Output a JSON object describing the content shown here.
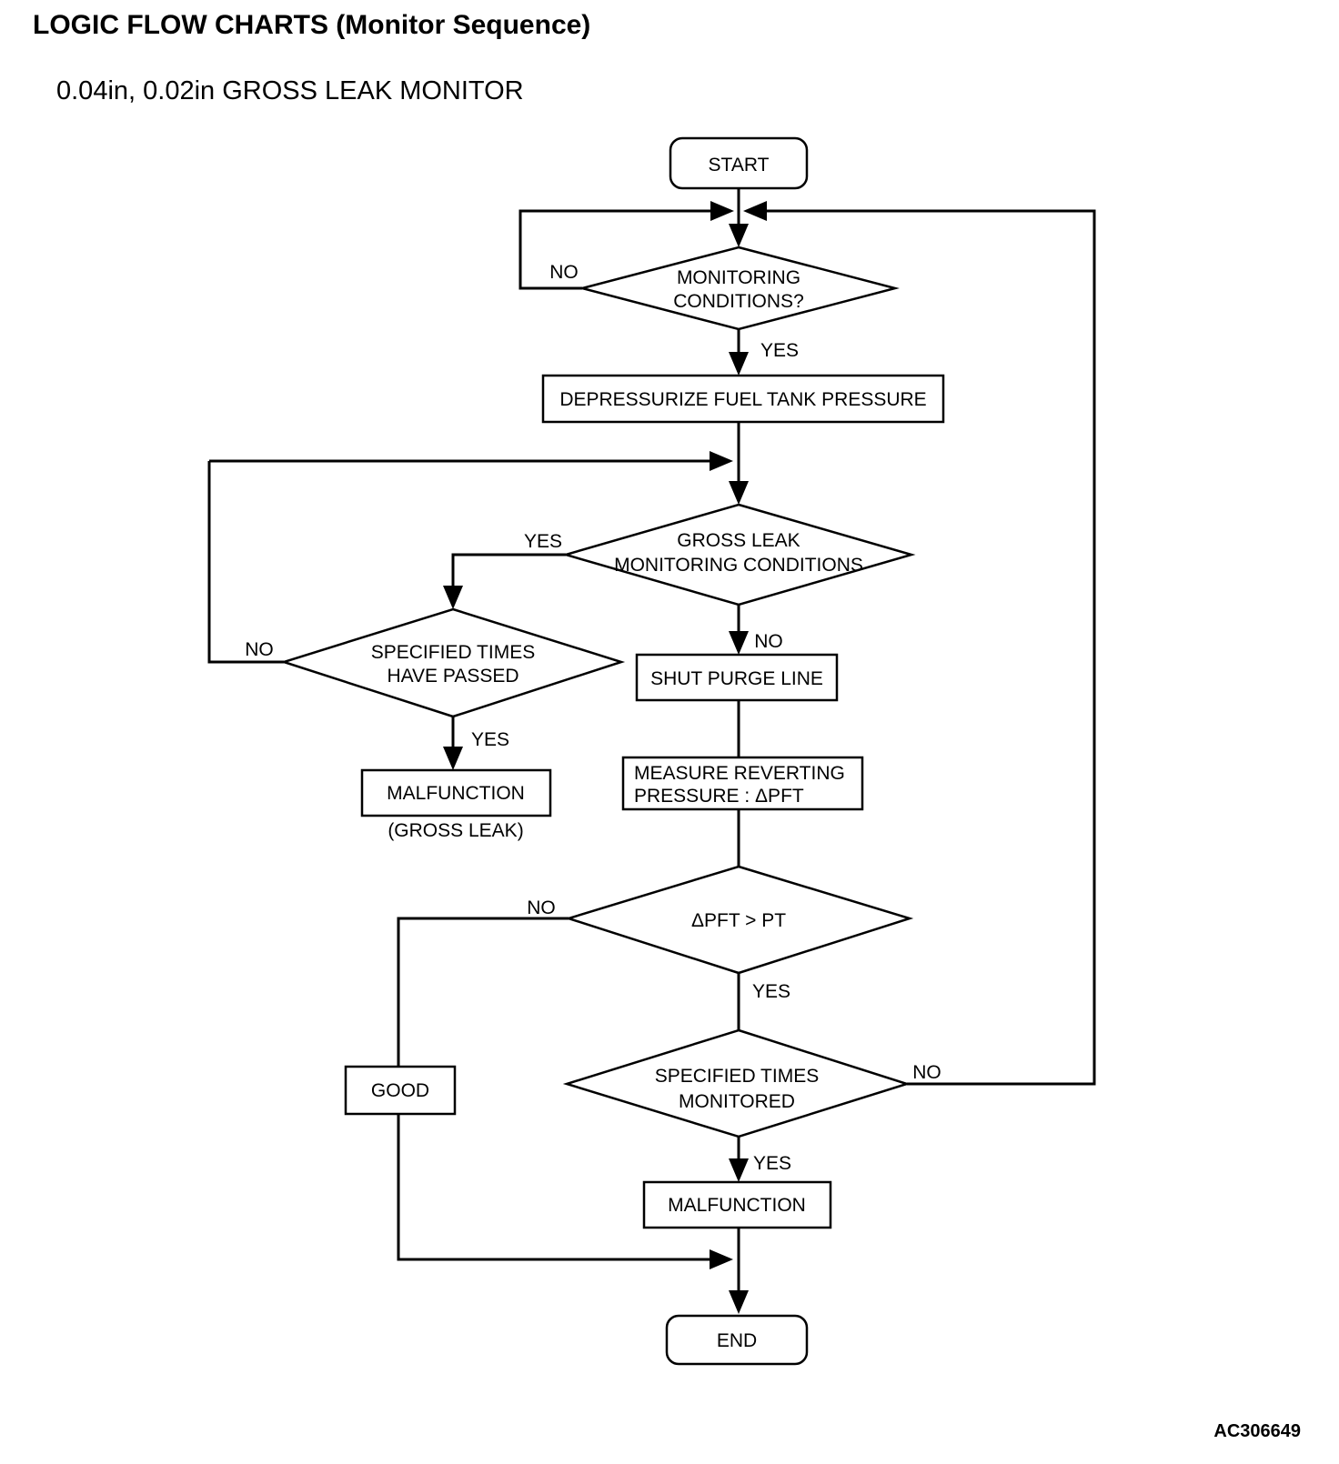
{
  "page": {
    "title": "LOGIC FLOW CHARTS (Monitor Sequence)",
    "subtitle": "0.04in, 0.02in GROSS LEAK MONITOR",
    "figure_code": "AC306649",
    "colors": {
      "ink": "#000000",
      "background": "#ffffff"
    }
  },
  "flowchart": {
    "nodes": {
      "start": {
        "type": "terminator",
        "label": "START"
      },
      "monitoring_conditions": {
        "type": "decision",
        "line1": "MONITORING",
        "line2": "CONDITIONS?"
      },
      "depressurize": {
        "type": "process",
        "label": "DEPRESSURIZE FUEL TANK PRESSURE"
      },
      "gross_leak_conditions": {
        "type": "decision",
        "line1": "GROSS LEAK",
        "line2": "MONITORING CONDITIONS"
      },
      "specified_times_passed": {
        "type": "decision",
        "line1": "SPECIFIED TIMES",
        "line2": "HAVE PASSED"
      },
      "malfunction_gross_leak": {
        "type": "process",
        "label": "MALFUNCTION",
        "caption": "(GROSS LEAK)"
      },
      "shut_purge_line": {
        "type": "process",
        "label": "SHUT PURGE LINE"
      },
      "measure_reverting_pressure": {
        "type": "process",
        "line1": "MEASURE REVERTING",
        "line2": "PRESSURE : ΔPFT"
      },
      "delta_pft_gt_pt": {
        "type": "decision",
        "label": "ΔPFT > PT"
      },
      "specified_times_monitored": {
        "type": "decision",
        "line1": "SPECIFIED TIMES",
        "line2": "MONITORED"
      },
      "good": {
        "type": "process",
        "label": "GOOD"
      },
      "malfunction": {
        "type": "process",
        "label": "MALFUNCTION"
      },
      "end": {
        "type": "terminator",
        "label": "END"
      }
    },
    "edge_labels": {
      "monitoring_no": "NO",
      "monitoring_yes": "YES",
      "gross_leak_yes": "YES",
      "gross_leak_no": "NO",
      "times_passed_no": "NO",
      "times_passed_yes": "YES",
      "delta_pft_no": "NO",
      "delta_pft_yes": "YES",
      "monitored_no": "NO",
      "monitored_yes": "YES"
    }
  }
}
